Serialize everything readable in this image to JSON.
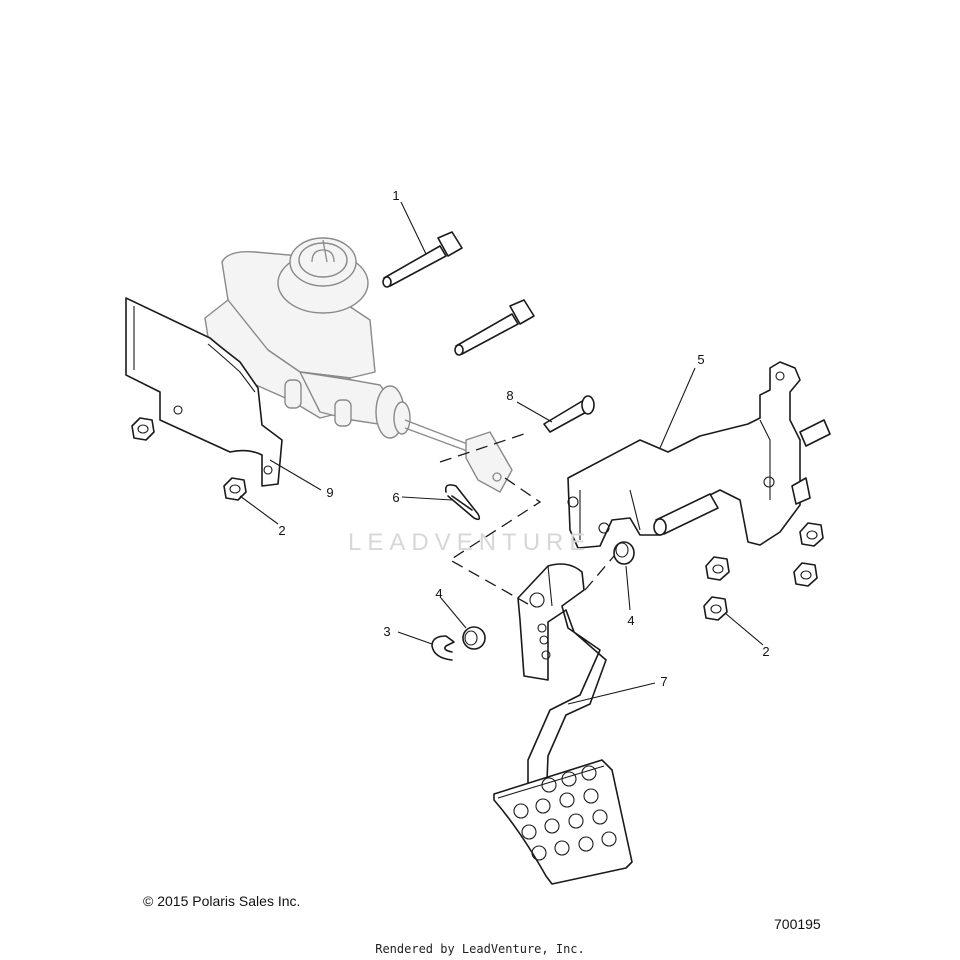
{
  "diagram": {
    "watermark": "LEADVENTURE",
    "copyright": "© 2015 Polaris Sales Inc.",
    "figure_number": "700195",
    "footer": "Rendered by LeadVenture, Inc.",
    "callouts": [
      {
        "id": "c1",
        "label": "1"
      },
      {
        "id": "c2a",
        "label": "2"
      },
      {
        "id": "c2b",
        "label": "2"
      },
      {
        "id": "c3",
        "label": "3"
      },
      {
        "id": "c4a",
        "label": "4"
      },
      {
        "id": "c4b",
        "label": "4"
      },
      {
        "id": "c5",
        "label": "5"
      },
      {
        "id": "c6",
        "label": "6"
      },
      {
        "id": "c7",
        "label": "7"
      },
      {
        "id": "c8",
        "label": "8"
      },
      {
        "id": "c9",
        "label": "9"
      }
    ]
  }
}
